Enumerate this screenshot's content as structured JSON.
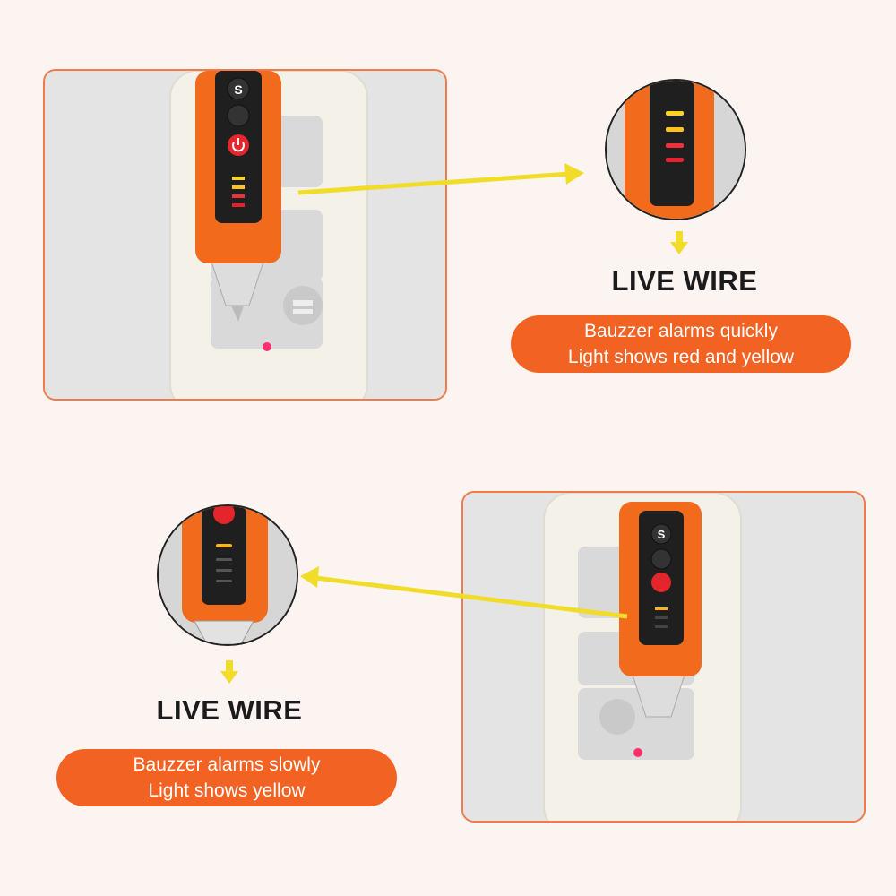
{
  "panels": [
    {
      "title": "LIVE WIRE",
      "description_line1": "Bauzzer alarms quickly",
      "description_line2": "Light shows red and yellow",
      "pen_button_label": "S",
      "indicator_colors": [
        "#ffd21f",
        "#ffc21a",
        "#f0303a",
        "#e8202e"
      ]
    },
    {
      "title": "LIVE WIRE",
      "description_line1": "Bauzzer alarms slowly",
      "description_line2": "Light shows yellow",
      "pen_button_label": "S",
      "indicator_colors": [
        "#ffb21a",
        "#333333",
        "#333333",
        "#333333"
      ]
    }
  ],
  "colors": {
    "frame_border": "#f07a4a",
    "pill_background": "#f26223",
    "arrow": "#f2dc2a",
    "pen_orange": "#f26a1b"
  },
  "icons": [
    "power-icon",
    "bulb-icon",
    "down-arrow-icon",
    "pointer-arrow-icon"
  ]
}
